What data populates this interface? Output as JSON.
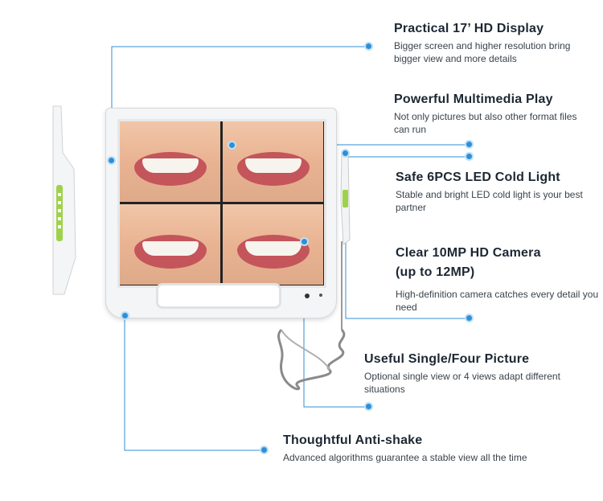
{
  "features": [
    {
      "title": "Practical 17’ HD Display",
      "desc": "Bigger screen and higher resolution bring bigger view and more details"
    },
    {
      "title": "Powerful Multimedia Play",
      "desc": "Not only pictures but also other format files can run"
    },
    {
      "title": "Safe 6PCS LED Cold Light",
      "desc": "Stable and bright LED cold light is your best partner"
    },
    {
      "title": "Clear 10MP HD Camera",
      "title2": "(up to 12MP)",
      "desc": "High-definition camera catches every detail you need"
    },
    {
      "title": "Useful Single/Four Picture",
      "desc": "Optional single view or 4 views adapt different situations"
    },
    {
      "title": "Thoughtful Anti-shake",
      "desc": "Advanced algorithms guarantee a stable view all the time"
    }
  ],
  "colors": {
    "accent": "#2f8fd6",
    "line": "#2f8fd6",
    "title": "#1c2733",
    "desc": "#3a434d",
    "lip": "#c4555b"
  },
  "icons": [
    "monitor-image",
    "intraoral-camera-image",
    "callout-dot"
  ]
}
